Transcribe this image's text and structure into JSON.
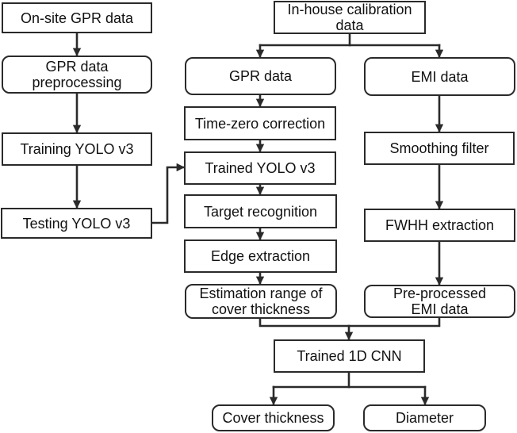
{
  "flowchart": {
    "colors": {
      "line": "#2a2a2a",
      "box_border": "#2a2a2a",
      "box_fill": "#ffffff",
      "text": "#111111",
      "background": "#ffffff"
    },
    "nodes": {
      "onsite_gpr_data": "On-site GPR data",
      "gpr_preprocessing": "GPR data\npreprocessing",
      "training_yolo": "Training YOLO v3",
      "testing_yolo": "Testing YOLO v3",
      "inhouse_calibration": "In-house calibration\ndata",
      "gpr_data": "GPR data",
      "time_zero_correction": "Time-zero correction",
      "trained_yolo": "Trained YOLO v3",
      "target_recognition": "Target recognition",
      "edge_extraction": "Edge extraction",
      "estimation_range": "Estimation range of\ncover thickness",
      "emi_data": "EMI data",
      "smoothing_filter": "Smoothing filter",
      "fwhh_extraction": "FWHH extraction",
      "preprocessed_emi": "Pre-processed\nEMI data",
      "trained_1d_cnn": "Trained 1D CNN",
      "cover_thickness": "Cover thickness",
      "diameter": "Diameter"
    },
    "edges": [
      {
        "from": "onsite_gpr_data",
        "to": "gpr_preprocessing"
      },
      {
        "from": "gpr_preprocessing",
        "to": "training_yolo"
      },
      {
        "from": "training_yolo",
        "to": "testing_yolo"
      },
      {
        "from": "testing_yolo",
        "to": "trained_yolo"
      },
      {
        "from": "inhouse_calibration",
        "to": "gpr_data"
      },
      {
        "from": "inhouse_calibration",
        "to": "emi_data"
      },
      {
        "from": "gpr_data",
        "to": "time_zero_correction"
      },
      {
        "from": "time_zero_correction",
        "to": "trained_yolo"
      },
      {
        "from": "trained_yolo",
        "to": "target_recognition"
      },
      {
        "from": "target_recognition",
        "to": "edge_extraction"
      },
      {
        "from": "edge_extraction",
        "to": "estimation_range"
      },
      {
        "from": "emi_data",
        "to": "smoothing_filter"
      },
      {
        "from": "smoothing_filter",
        "to": "fwhh_extraction"
      },
      {
        "from": "fwhh_extraction",
        "to": "preprocessed_emi"
      },
      {
        "from": "estimation_range",
        "to": "trained_1d_cnn"
      },
      {
        "from": "preprocessed_emi",
        "to": "trained_1d_cnn"
      },
      {
        "from": "trained_1d_cnn",
        "to": "cover_thickness"
      },
      {
        "from": "trained_1d_cnn",
        "to": "diameter"
      }
    ]
  }
}
